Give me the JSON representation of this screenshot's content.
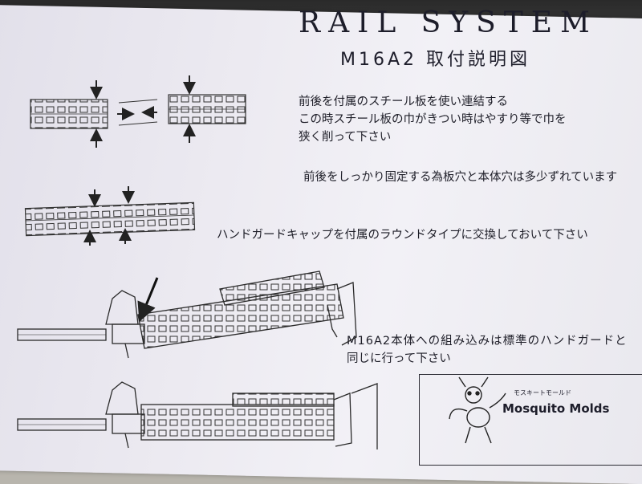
{
  "document": {
    "title": "RAIL SYSTEM",
    "subtitle": "M16A2 取付説明図",
    "instructions": {
      "line1": "前後を付属のスチール板を使い連結する",
      "line2": "この時スチール板の巾がきつい時はやすり等で巾を",
      "line3": "狭く削って下さい",
      "line4": "前後をしっかり固定する為板穴と本体穴は多少ずれています",
      "line5": "ハンドガードキャップを付属のラウンドタイプに交換しておいて下さい",
      "line6": "M16A2本体への組み込みは標準のハンドガードと",
      "line7": "同じに行って下さい"
    },
    "logo": {
      "brand": "Mosquito Molds",
      "kana": "モスキートモールド"
    }
  }
}
